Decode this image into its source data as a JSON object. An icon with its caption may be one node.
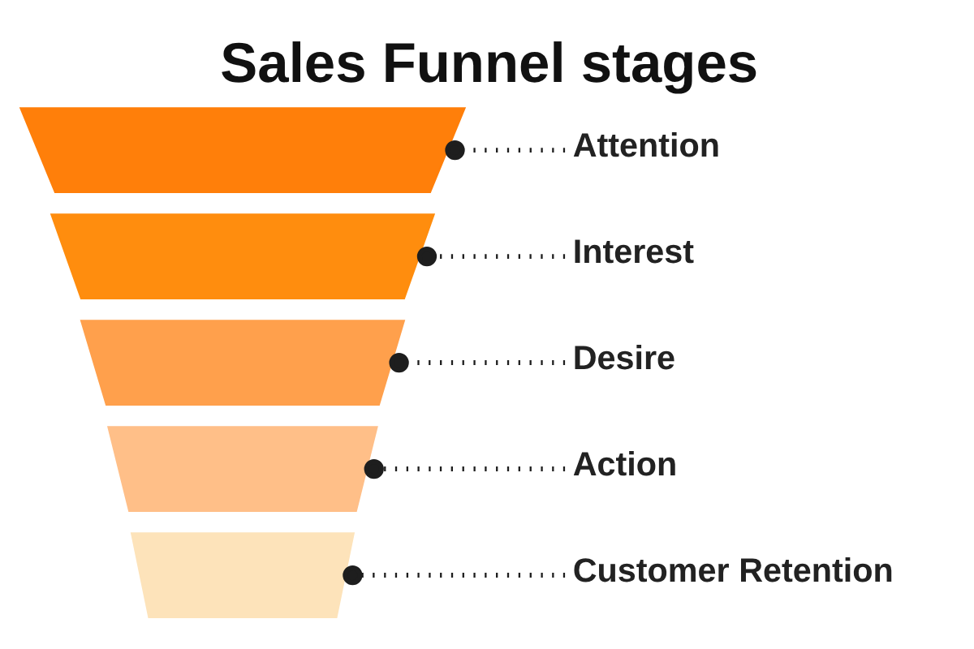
{
  "diagram": {
    "title": "Sales Funnel stages",
    "nodes": [
      {
        "text": [],
        "shape": "trapezoid"
      },
      {
        "text": [
          "Attention"
        ]
      },
      {
        "text": [],
        "shape": "trapezoid"
      },
      {
        "text": [
          "Interest"
        ]
      },
      {
        "text": [],
        "shape": "trapezoid"
      },
      {
        "text": [
          "Desire"
        ]
      },
      {
        "text": [],
        "shape": "trapezoid"
      },
      {
        "text": [
          "Action"
        ]
      },
      {
        "text": [],
        "shape": "trapezoid"
      },
      {
        "text": [
          "Customer Retention"
        ]
      }
    ],
    "edges": [
      {
        "from": 1,
        "to": 0,
        "arrow": "other",
        "style": "dashed"
      },
      {
        "from": 3,
        "to": 2,
        "arrow": "other",
        "style": "dashed"
      },
      {
        "from": 5,
        "to": 4,
        "arrow": "other",
        "style": "dashed"
      },
      {
        "from": 7,
        "to": 6,
        "arrow": "other",
        "style": "dashed"
      },
      {
        "from": 9,
        "to": 8,
        "arrow": "other",
        "style": "dashed"
      }
    ]
  }
}
